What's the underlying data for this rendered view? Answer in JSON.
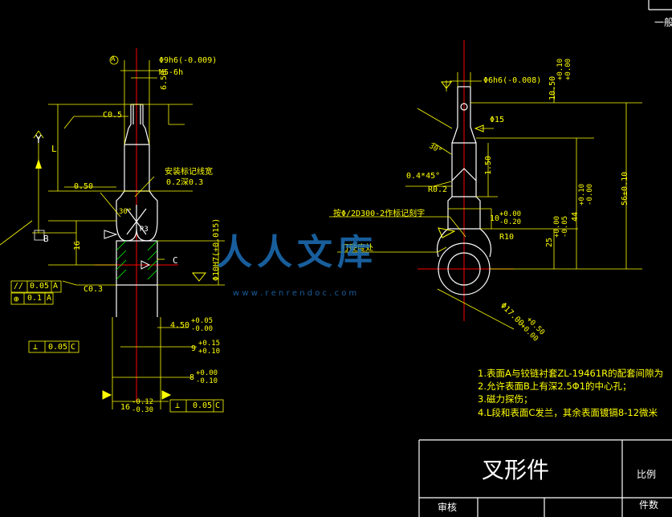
{
  "colors": {
    "background": "#000000",
    "outline": "#ffffff",
    "dimension": "#ffff00",
    "center_line": "#ff0000",
    "hatch": "#00ff00",
    "watermark": "#1d6fb8"
  },
  "corner": {
    "text": "一般"
  },
  "left_view": {
    "datum_a": "A",
    "shaft_dia": "Φ9h6(-0.009)",
    "thread": "M5-6h",
    "len_650": "6.50",
    "chamfer_top": "C0.5",
    "dim_L": "L",
    "mark_note": "安装标记线宽",
    "mark_depth": "0.2深0.3",
    "dim_050": "0.50",
    "angle_30": "30°",
    "radius_r3": "R3",
    "datum_b": "B",
    "dim_16": "16",
    "hole_dia": "Φ10H7(+0.015)",
    "datum_c": "C",
    "tol_frame1": [
      "0.05",
      "A"
    ],
    "tol_frame2": [
      "0.1",
      "A"
    ],
    "chamfer_c03": "C0.3",
    "dim_450": "4.50",
    "dim_450_tol": [
      "+0.05",
      "-0.00"
    ],
    "tol_frame3": [
      "0.05",
      "C"
    ],
    "dim_9": "9",
    "dim_9_tol": [
      "+0.15",
      "+0.10"
    ],
    "dim_8": "8",
    "dim_8_tol": [
      "+0.00",
      "-0.10"
    ],
    "dim_16b": "16",
    "dim_16b_tol": [
      "-0.12",
      "-0.30"
    ],
    "tol_frame4": [
      "0.05",
      "C"
    ],
    "axis_y": "Y"
  },
  "right_view": {
    "shaft_dia": "Φ6h6(-0.008)",
    "top_dim": "10.50",
    "top_dim_tol": [
      "+0.10",
      "+0.00"
    ],
    "hole_15": "Φ15",
    "angle_30": "30°",
    "dim_150": "1.50",
    "chamfer_045": "0.4*45°",
    "radius_r02": "R0.2",
    "note_marking": "按Φ/2D300-2作标记刻字",
    "dim_10": "10",
    "dim_10_tol": [
      "+0.00",
      "-0.20"
    ],
    "dim_25": "25",
    "dim_25_tol": [
      "+0.00",
      "-0.05"
    ],
    "radius_r10": "R10",
    "dim_44": "44",
    "dim_44_tol": [
      "+0.10",
      "-0.00"
    ],
    "dim_56": "56±0.10",
    "hole_17": "Φ17.00",
    "hole_17_tol": [
      "+0.50",
      "+0.00"
    ],
    "note_polish": "打硬度处"
  },
  "notes": [
    "1.表面A与铰链衬套ZL-19461R的配套间隙为",
    "2.允许表面B上有深2.5Φ1的中心孔；",
    "3.磁力探伤；",
    "4.L段和表面C发兰，其余表面镀镉8-12微米"
  ],
  "title_block": {
    "part_name": "叉形件",
    "scale_label": "比例",
    "review_label": "审核",
    "count_label": "件数"
  },
  "watermark": {
    "brand": "人人文库",
    "url": "w w w . r e n r e n d o c . c o m"
  }
}
